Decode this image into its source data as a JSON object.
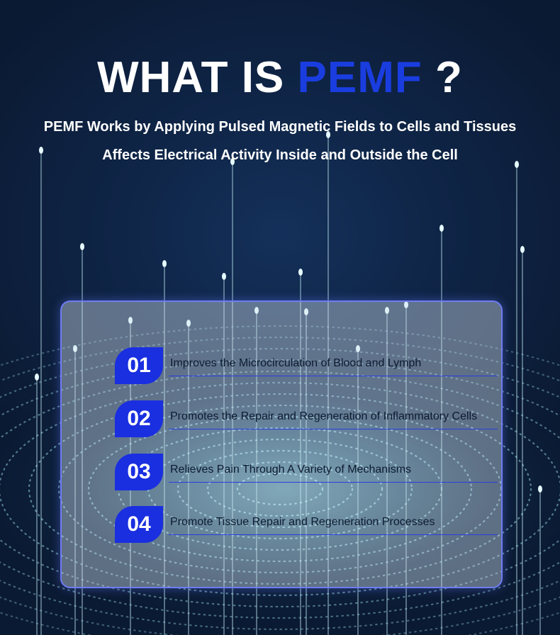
{
  "title": {
    "lead": "WHAT IS ",
    "accent": "PEMF",
    "tail": " ?"
  },
  "subtitles": [
    "PEMF Works by Applying Pulsed Magnetic Fields to Cells and Tissues",
    "Affects Electrical Activity Inside and Outside the Cell"
  ],
  "items": [
    {
      "number": "01",
      "text": "Improves the Microcirculation of Blood and Lymph"
    },
    {
      "number": "02",
      "text": "Promotes the Repair and Regeneration of Inflammatory Cells"
    },
    {
      "number": "03",
      "text": "Relieves Pain Through A Variety of Mechanisms"
    },
    {
      "number": "04",
      "text": "Promote Tissue Repair and Regeneration Processes"
    }
  ],
  "colors": {
    "accent": "#1a3de0",
    "background": "#0b1a33",
    "badge": "#1a2fe0",
    "panel_border": "#6f7cf2"
  }
}
